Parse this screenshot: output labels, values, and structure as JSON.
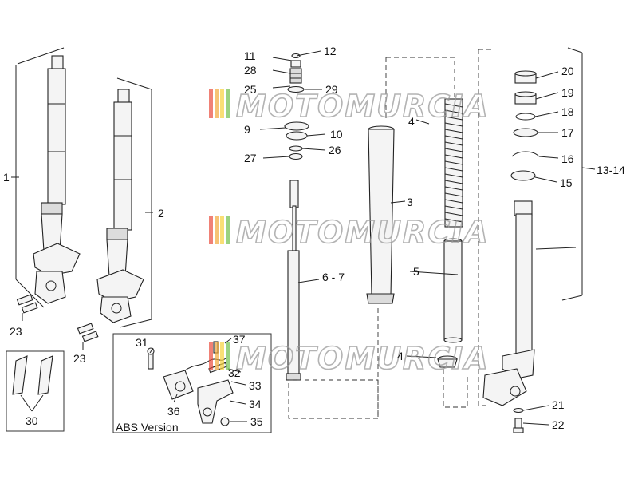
{
  "watermark": {
    "text": "MOTOMURCIA",
    "stripe_colors": [
      "#e94b3c",
      "#f2a93b",
      "#f6d23c",
      "#6fbf4a",
      "#4a8fd6"
    ]
  },
  "abs_box": {
    "caption": "ABS Version"
  },
  "labels": {
    "p1": "1",
    "p2": "2",
    "p3": "3",
    "p4": "4",
    "p5": "5",
    "p67": "6 - 7",
    "p9": "9",
    "p10": "10",
    "p11": "11",
    "p12": "12",
    "p13_14": "13-14",
    "p15": "15",
    "p16": "16",
    "p17": "17",
    "p18": "18",
    "p19": "19",
    "p20": "20",
    "p21": "21",
    "p22": "22",
    "p23a": "23",
    "p23b": "23",
    "p25": "25",
    "p26": "26",
    "p27": "27",
    "p28": "28",
    "p29": "29",
    "p30": "30",
    "p31": "31",
    "p32": "32",
    "p33": "33",
    "p34": "34",
    "p35": "35",
    "p36": "36",
    "p37": "37"
  }
}
